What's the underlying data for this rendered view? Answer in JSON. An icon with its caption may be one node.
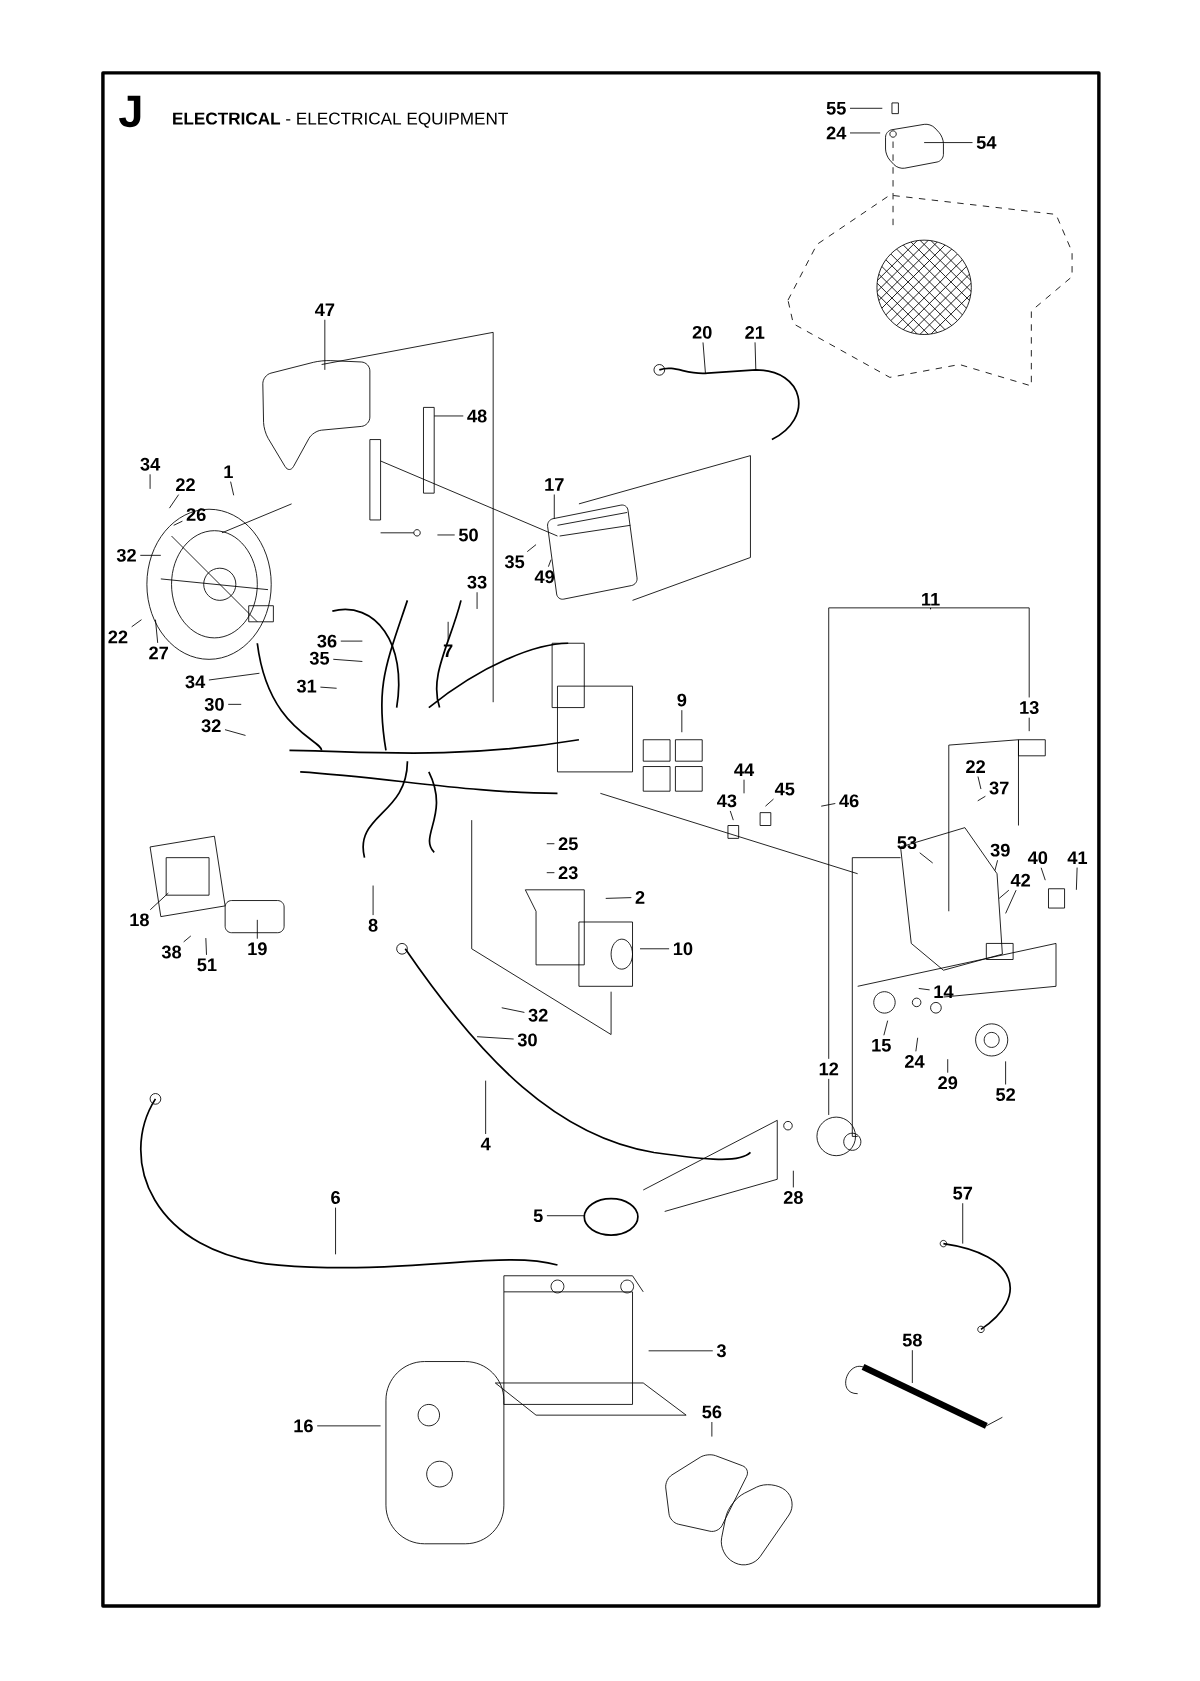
{
  "diagram": {
    "title": "**ELECTRICAL** - ELECTRICAL EQUIPMENT",
    "nodes": [
      {
        "text": [
          "55"
        ]
      },
      {
        "text": [
          "24"
        ]
      },
      {
        "text": [
          "54"
        ]
      },
      {
        "text": [
          "47"
        ]
      },
      {
        "text": [
          "20"
        ]
      },
      {
        "text": [
          "21"
        ]
      },
      {
        "text": [
          "48"
        ]
      },
      {
        "text": [
          "34"
        ]
      },
      {
        "text": [
          "1"
        ]
      },
      {
        "text": [
          "22"
        ]
      },
      {
        "text": [
          "17"
        ]
      },
      {
        "text": [
          "26"
        ]
      },
      {
        "text": [
          "50"
        ]
      },
      {
        "text": [
          "32"
        ]
      },
      {
        "text": [
          "35"
        ]
      },
      {
        "text": [
          "49"
        ]
      },
      {
        "text": [
          "33"
        ]
      },
      {
        "text": [
          "11"
        ]
      },
      {
        "text": [
          "22"
        ]
      },
      {
        "text": [
          "36"
        ]
      },
      {
        "text": [
          "7"
        ]
      },
      {
        "text": [
          "27"
        ]
      },
      {
        "text": [
          "35"
        ]
      },
      {
        "text": [
          "31"
        ]
      },
      {
        "text": [
          "34"
        ]
      },
      {
        "text": [
          "9"
        ]
      },
      {
        "text": [
          "30"
        ]
      },
      {
        "text": [
          "13"
        ]
      },
      {
        "text": [
          "32"
        ]
      },
      {
        "text": [
          "22"
        ]
      },
      {
        "text": [
          "44"
        ]
      },
      {
        "text": [
          "37"
        ]
      },
      {
        "text": [
          "45"
        ]
      },
      {
        "text": [
          "43"
        ]
      },
      {
        "text": [
          "46"
        ]
      },
      {
        "text": [
          "25"
        ]
      },
      {
        "text": [
          "53"
        ]
      },
      {
        "text": [
          "39"
        ]
      },
      {
        "text": [
          "40"
        ]
      },
      {
        "text": [
          "41"
        ]
      },
      {
        "text": [
          "23"
        ]
      },
      {
        "text": [
          "42"
        ]
      },
      {
        "text": [
          "2"
        ]
      },
      {
        "text": [
          "18"
        ]
      },
      {
        "text": [
          "8"
        ]
      },
      {
        "text": [
          "10"
        ]
      },
      {
        "text": [
          "38"
        ]
      },
      {
        "text": [
          "19"
        ]
      },
      {
        "text": [
          "51"
        ]
      },
      {
        "text": [
          "14"
        ]
      },
      {
        "text": [
          "32"
        ]
      },
      {
        "text": [
          "30"
        ]
      },
      {
        "text": [
          "15"
        ]
      },
      {
        "text": [
          "24"
        ]
      },
      {
        "text": [
          "12"
        ]
      },
      {
        "text": [
          "29"
        ]
      },
      {
        "text": [
          "52"
        ]
      },
      {
        "text": [
          "4"
        ]
      },
      {
        "text": [
          "57"
        ]
      },
      {
        "text": [
          "28"
        ]
      },
      {
        "text": [
          "6"
        ]
      },
      {
        "text": [
          "5"
        ]
      },
      {
        "text": [
          "58"
        ]
      },
      {
        "text": [
          "3"
        ]
      },
      {
        "text": [
          "56"
        ]
      },
      {
        "text": [
          "16"
        ]
      }
    ],
    "edges": [
      {
        "from": 17,
        "to": 54,
        "arrow": "none"
      },
      {
        "from": 17,
        "to": 27,
        "arrow": "none"
      },
      {
        "from": 0,
        "to": null,
        "arrow": "none"
      },
      {
        "from": 1,
        "to": null,
        "arrow": "none"
      },
      {
        "from": 2,
        "to": null,
        "arrow": "none"
      },
      {
        "from": 3,
        "to": null,
        "arrow": "none"
      },
      {
        "from": 4,
        "to": null,
        "arrow": "none"
      },
      {
        "from": 5,
        "to": null,
        "arrow": "none"
      },
      {
        "from": 6,
        "to": null,
        "arrow": "none"
      },
      {
        "from": 7,
        "to": null,
        "arrow": "none"
      },
      {
        "from": 8,
        "to": null,
        "arrow": "none"
      },
      {
        "from": 9,
        "to": null,
        "arrow": "none"
      },
      {
        "from": 10,
        "to": null,
        "arrow": "none"
      },
      {
        "from": 11,
        "to": null,
        "arrow": "none"
      },
      {
        "from": 12,
        "to": null,
        "arrow": "none"
      },
      {
        "from": 13,
        "to": null,
        "arrow": "none"
      },
      {
        "from": 14,
        "to": null,
        "arrow": "none"
      },
      {
        "from": 15,
        "to": null,
        "arrow": "none"
      },
      {
        "from": 16,
        "to": null,
        "arrow": "none"
      },
      {
        "from": 18,
        "to": null,
        "arrow": "none"
      },
      {
        "from": 19,
        "to": null,
        "arrow": "none"
      },
      {
        "from": 20,
        "to": null,
        "arrow": "none"
      },
      {
        "from": 21,
        "to": null,
        "arrow": "none"
      },
      {
        "from": 22,
        "to": null,
        "arrow": "none"
      },
      {
        "from": 23,
        "to": null,
        "arrow": "none"
      },
      {
        "from": 24,
        "to": null,
        "arrow": "none"
      },
      {
        "from": 25,
        "to": null,
        "arrow": "none"
      },
      {
        "from": 26,
        "to": null,
        "arrow": "none"
      },
      {
        "from": 27,
        "to": null,
        "arrow": "none"
      },
      {
        "from": 28,
        "to": null,
        "arrow": "none"
      },
      {
        "from": 29,
        "to": null,
        "arrow": "none"
      },
      {
        "from": 30,
        "to": null,
        "arrow": "none"
      },
      {
        "from": 31,
        "to": null,
        "arrow": "none"
      },
      {
        "from": 32,
        "to": null,
        "arrow": "none"
      },
      {
        "from": 33,
        "to": null,
        "arrow": "none"
      },
      {
        "from": 34,
        "to": null,
        "arrow": "none"
      },
      {
        "from": 35,
        "to": null,
        "arrow": "none"
      },
      {
        "from": 36,
        "to": null,
        "arrow": "none"
      },
      {
        "from": 37,
        "to": null,
        "arrow": "none"
      },
      {
        "from": 38,
        "to": null,
        "arrow": "none"
      },
      {
        "from": 39,
        "to": null,
        "arrow": "none"
      },
      {
        "from": 40,
        "to": null,
        "arrow": "none"
      },
      {
        "from": 41,
        "to": null,
        "arrow": "none"
      },
      {
        "from": 41,
        "to": null,
        "arrow": "none"
      },
      {
        "from": 42,
        "to": null,
        "arrow": "none"
      },
      {
        "from": 43,
        "to": null,
        "arrow": "none"
      },
      {
        "from": 44,
        "to": null,
        "arrow": "none"
      },
      {
        "from": 45,
        "to": null,
        "arrow": "none"
      },
      {
        "from": 46,
        "to": null,
        "arrow": "none"
      },
      {
        "from": 47,
        "to": null,
        "arrow": "none"
      },
      {
        "from": 48,
        "to": null,
        "arrow": "none"
      },
      {
        "from": 49,
        "to": null,
        "arrow": "none"
      },
      {
        "from": 50,
        "to": null,
        "arrow": "none"
      },
      {
        "from": 51,
        "to": null,
        "arrow": "none"
      },
      {
        "from": 52,
        "to": null,
        "arrow": "none"
      },
      {
        "from": 53,
        "to": null,
        "arrow": "none"
      },
      {
        "from": 54,
        "to": null,
        "arrow": "none"
      },
      {
        "from": 55,
        "to": null,
        "arrow": "none"
      },
      {
        "from": 56,
        "to": null,
        "arrow": "none"
      },
      {
        "from": 57,
        "to": null,
        "arrow": "none"
      },
      {
        "from": 58,
        "to": null,
        "arrow": "none"
      },
      {
        "from": 59,
        "to": null,
        "arrow": "none"
      },
      {
        "from": 60,
        "to": null,
        "arrow": "none"
      },
      {
        "from": 61,
        "to": null,
        "arrow": "none"
      },
      {
        "from": 62,
        "to": null,
        "arrow": "none"
      },
      {
        "from": 63,
        "to": null,
        "arrow": "none"
      },
      {
        "from": 64,
        "to": null,
        "arrow": "none"
      },
      {
        "from": 65,
        "to": null,
        "arrow": "none"
      }
    ],
    "labels": [
      "J"
    ]
  }
}
